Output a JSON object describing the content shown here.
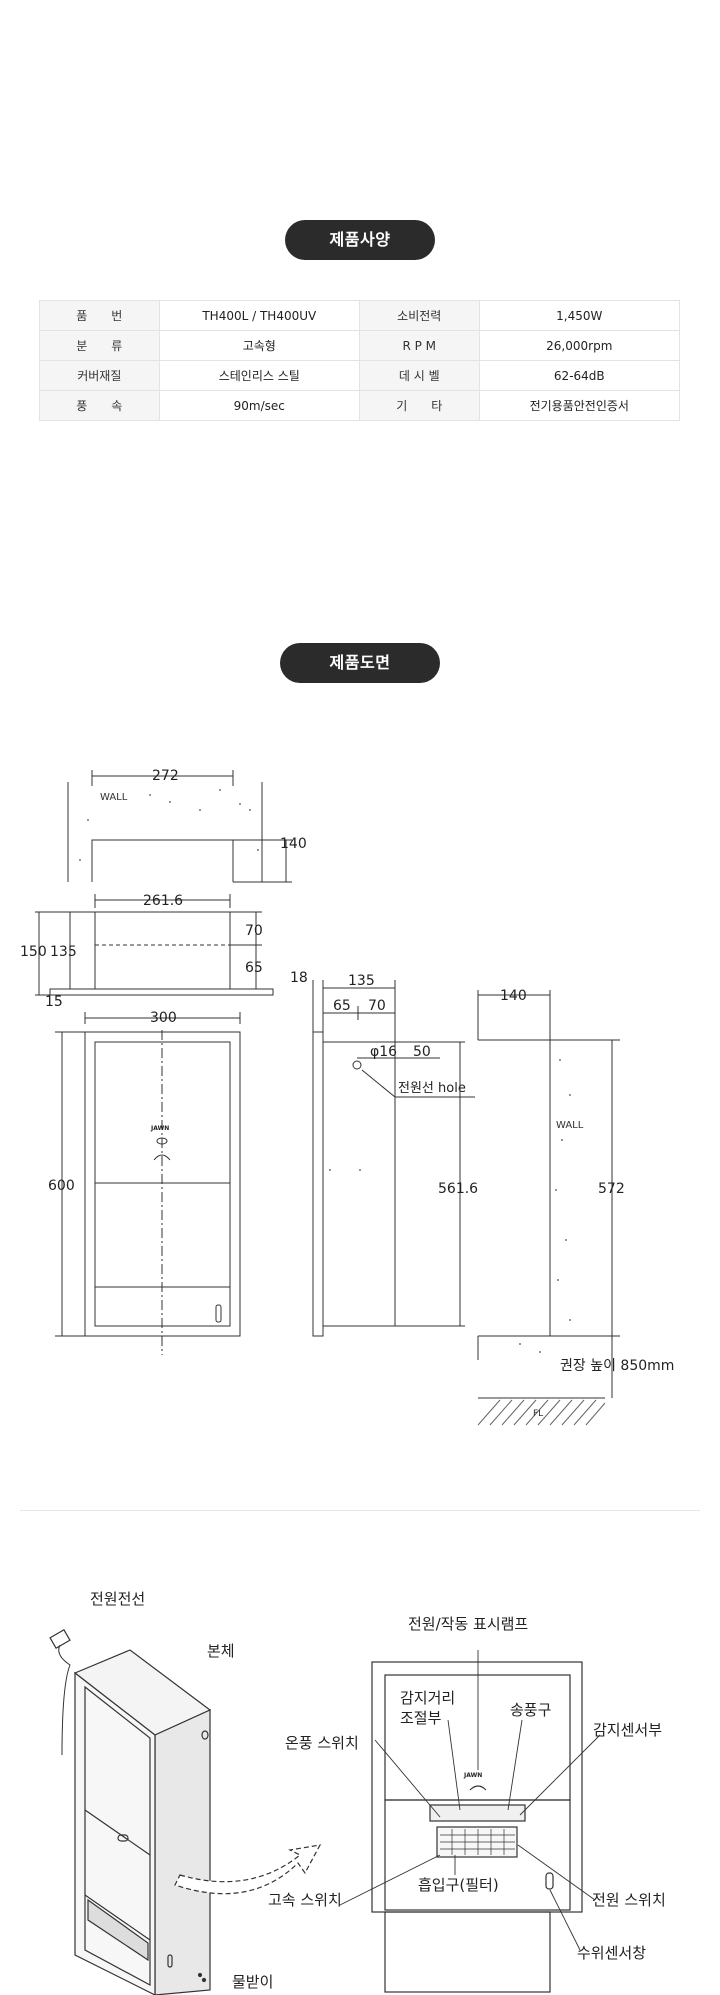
{
  "spec_section": {
    "title": "제품사양",
    "rows": [
      [
        "품　　번",
        "TH400L / TH400UV",
        "소비전력",
        "1,450W"
      ],
      [
        "분　　류",
        "고속형",
        "R P M",
        "26,000rpm"
      ],
      [
        "커버재질",
        "스테인리스 스틸",
        "데 시 벨",
        "62-64dB"
      ],
      [
        "풍　　속",
        "90m/sec",
        "기　　타",
        "전기용품안전인증서"
      ]
    ]
  },
  "drawing_section": {
    "title": "제품도면",
    "dims": {
      "top_width": "272",
      "wall": "WALL",
      "top_depth": "140",
      "inner_width": "261.6",
      "h150": "150",
      "h135": "135",
      "h70": "70",
      "h65": "65",
      "h15": "15",
      "front_width": "300",
      "front_height": "600",
      "side_18": "18",
      "side_135": "135",
      "side_65": "65",
      "side_70": "70",
      "hole_dia": "φ16",
      "hole_off": "50",
      "hole_label": "전원선 hole",
      "side_height": "561.6",
      "wall_140": "140",
      "wall_label": "WALL",
      "wall_572": "572",
      "install_height": "권장 높이 850mm",
      "floor": "FL",
      "brand": "JAWN"
    }
  },
  "parts_section": {
    "labels": {
      "power_cord": "전원전선",
      "body": "본체",
      "drain": "물받이",
      "lamp": "전원/작동 표시램프",
      "sensor_adjust_1": "감지거리",
      "sensor_adjust_2": "조절부",
      "blower": "송풍구",
      "sensor": "감지센서부",
      "heat_switch": "온풍 스위치",
      "speed_switch": "고속 스위치",
      "intake": "흡입구(필터)",
      "power_switch": "전원 스위치",
      "sensor_window": "수위센서창"
    }
  }
}
